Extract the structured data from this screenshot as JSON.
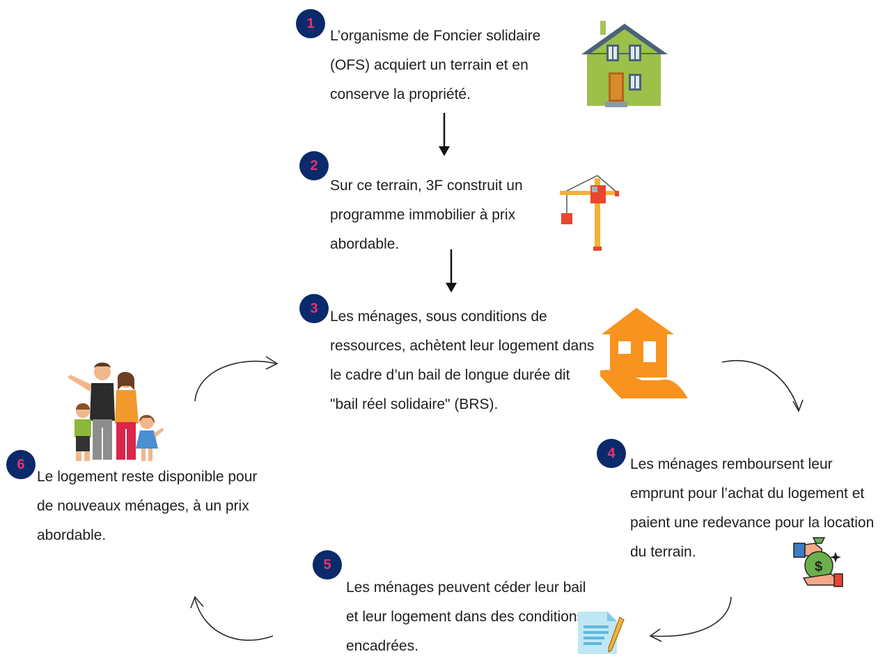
{
  "steps": [
    {
      "number": "1",
      "text": "L’organisme de Foncier solidaire (OFS) acquiert un terrain et en conserve la propriété.",
      "icon": "house-icon"
    },
    {
      "number": "2",
      "text": "Sur ce terrain, 3F construit un programme immobilier à prix abordable.",
      "icon": "crane-icon"
    },
    {
      "number": "3",
      "text": "Les ménages, sous conditions de ressources, achètent leur logement dans le cadre d’un bail de longue durée dit \"bail réel solidaire\" (BRS).",
      "icon": "house-in-hand-icon"
    },
    {
      "number": "4",
      "text": "Les ménages remboursent leur emprunt pour l’achat du logement et paient une redevance pour la location du terrain.",
      "icon": "money-bag-hand-icon"
    },
    {
      "number": "5",
      "text": "Les ménages peuvent céder leur bail et leur logement dans des conditions encadrées.",
      "icon": "document-pen-icon"
    },
    {
      "number": "6",
      "text": "Le logement reste disponible pour de nouveaux ménages, à un prix abordable.",
      "icon": "family-icon"
    }
  ],
  "colors": {
    "badge_bg": "#0b2a6b",
    "badge_number": "#e8336f",
    "text": "#1f1f1f",
    "house_wall": "#9cc04a",
    "roof": "#4a6378",
    "orange": "#f7931e"
  }
}
